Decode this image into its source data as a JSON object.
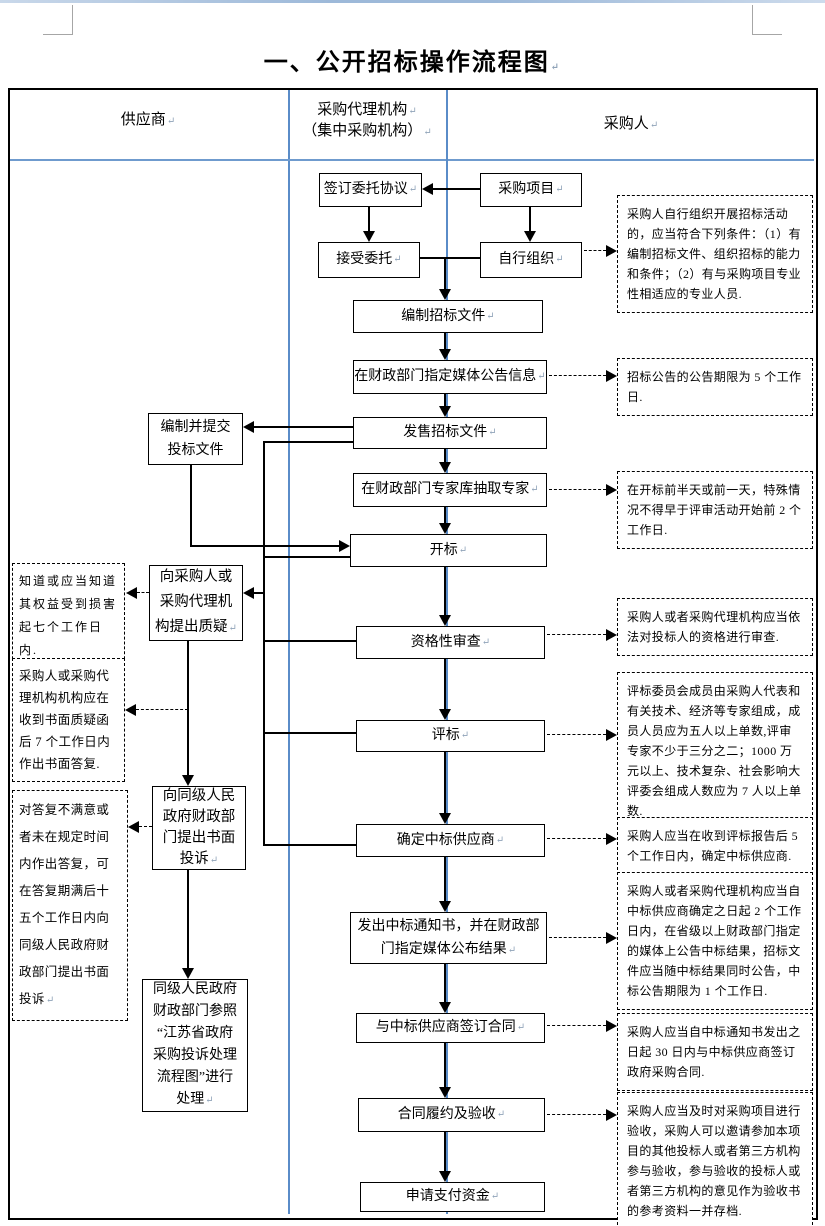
{
  "title": {
    "text": "一、公开招标操作流程图"
  },
  "header": {
    "supplier": "供应商",
    "agency_line1": "采购代理机构",
    "agency_line2": "（集中采购机构）",
    "purchaser": "采购人"
  },
  "flow": [
    {
      "label": "签订委托协议"
    },
    {
      "label": "采购项目"
    },
    {
      "label": "接受委托"
    },
    {
      "label": "自行组织"
    },
    {
      "label": "编制招标文件"
    },
    {
      "label": "在财政部门指定媒体公告信息"
    },
    {
      "label": "发售招标文件"
    },
    {
      "label": "在财政部门专家库抽取专家"
    },
    {
      "label": "开标"
    },
    {
      "label": "资格性审查"
    },
    {
      "label": "评标"
    },
    {
      "label": "确定中标供应商"
    },
    {
      "label": "发出中标通知书，并在财政部门指定媒体公布结果"
    },
    {
      "label": "与中标供应商签订合同"
    },
    {
      "label": "合同履约及验收"
    },
    {
      "label": "申请支付资金"
    }
  ],
  "left_boxes": [
    {
      "label": "编制并提交\n投标文件"
    },
    {
      "label": "向采购人或\n采购代理机\n构提出质疑"
    },
    {
      "label": "向同级人民\n政府财政部\n门提出书面\n投诉"
    },
    {
      "label": "同级人民政府\n财政部门参照\n“江苏省政府\n采购投诉处理\n流程图”进行\n处理"
    }
  ],
  "left_notes": [
    {
      "text": "知道或应当知道其权益受到损害起七个工作日内."
    },
    {
      "text": "采购人或采购代理机构机构应在收到书面质疑函后 7 个工作日内作出书面答复."
    },
    {
      "text": "对答复不满意或者未在规定时间内作出答复，可在答复期满后十五个工作日内向同级人民政府财政部门提出书面投诉"
    }
  ],
  "right_notes": [
    {
      "text": "采购人自行组织开展招标活动的，应当符合下列条件：（1）有编制招标文件、组织招标的能力和条件；（2）有与采购项目专业性相适应的专业人员."
    },
    {
      "text": "招标公告的公告期限为 5 个工作日."
    },
    {
      "text": "在开标前半天或前一天，特殊情况不得早于评审活动开始前 2 个工作日."
    },
    {
      "text": "采购人或者采购代理机构应当依法对投标人的资格进行审查."
    },
    {
      "text": "评标委员会成员由采购人代表和有关技术、经济等专家组成，成员人员应为五人以上单数,评审专家不少于三分之二；1000 万元以上、技术复杂、社会影响大评委会组成人数应为 7 人以上单数."
    },
    {
      "text": "采购人应当在收到评标报告后 5 个工作日内，确定中标供应商."
    },
    {
      "text": "采购人或者采购代理机构应当自中标供应商确定之日起 2 个工作日内，在省级以上财政部门指定的媒体上公告中标结果，招标文件应当随中标结果同时公告，中标公告期限为 1 个工作日."
    },
    {
      "text": "采购人应当自中标通知书发出之日起 30 日内与中标供应商签订政府采购合同."
    },
    {
      "text": "采购人应当及时对采购项目进行验收，采购人可以邀请参加本项目的其他投标人或者第三方机构参与验收，参与验收的投标人或者第三方机构的意见作为验收书的参考资料一并存档."
    }
  ],
  "marks": {
    "pilcrow": "↵"
  }
}
